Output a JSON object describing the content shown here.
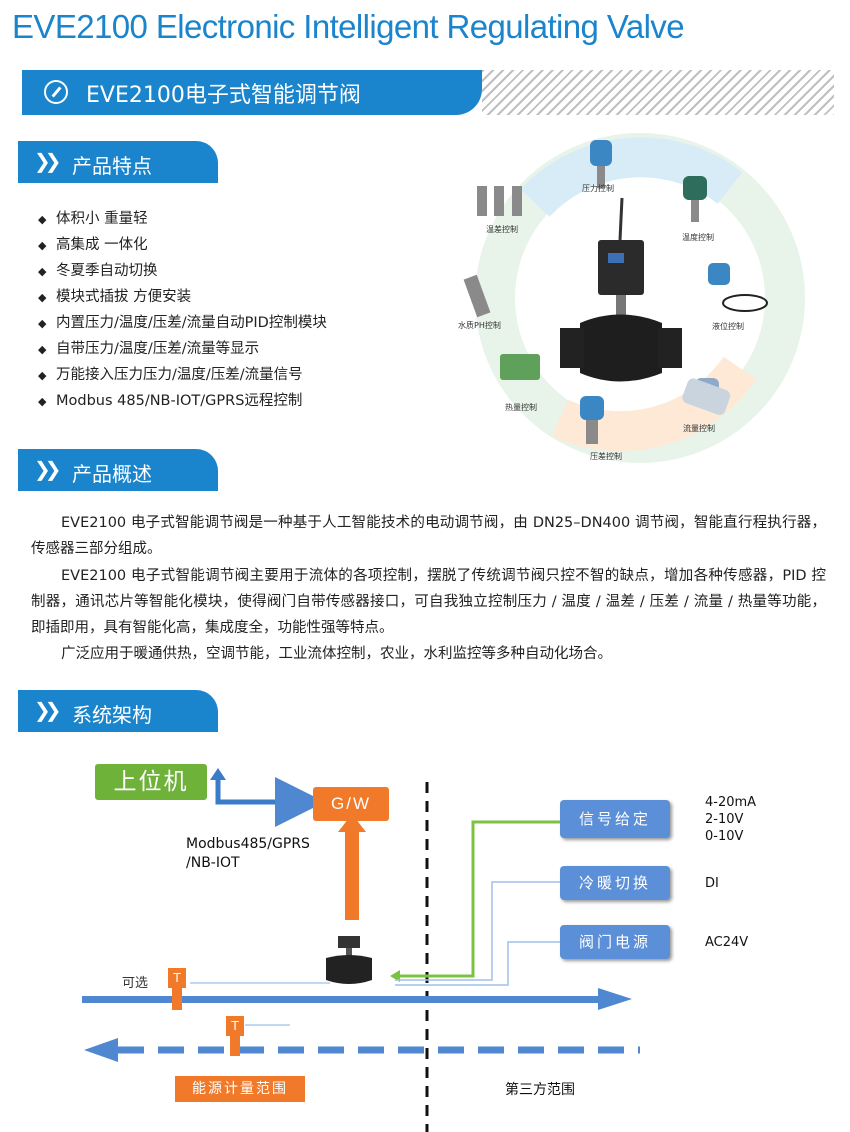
{
  "header": {
    "title": "EVE2100 Electronic Intelligent Regulating Valve",
    "banner_text": "EVE2100电子式智能调节阀"
  },
  "sections": {
    "features_title": "产品特点",
    "overview_title": "产品概述",
    "architecture_title": "系统架构"
  },
  "features": [
    "体积小 重量轻",
    "高集成  一体化",
    "冬夏季自动切换",
    "模块式插拔 方便安装",
    "内置压力/温度/压差/流量自动PID控制模块",
    "自带压力/温度/压差/流量等显示",
    "万能接入压力压力/温度/压差/流量信号",
    "Modbus 485/NB-IOT/GPRS远程控制"
  ],
  "overview": [
    "EVE2100 电子式智能调节阀是一种基于人工智能技术的电动调节阀，由 DN25–DN400 调节阀，智能直行程执行器，传感器三部分组成。",
    "EVE2100 电子式智能调节阀主要用于流体的各项控制，摆脱了传统调节阀只控不智的缺点，增加各种传感器，PID 控制器，通讯芯片等智能化模块，使得阀门自带传感器接口，可自我独立控制压力 / 温度 / 温差 / 压差 / 流量 / 热量等功能，即插即用，具有智能化高，集成度全，功能性强等特点。",
    "广泛应用于暖通供热，空调节能，工业流体控制，农业，水利监控等多种自动化场合。"
  ],
  "product_image_labels": {
    "pressure": "压力控制",
    "temp_diff": "温差控制",
    "temperature": "温度控制",
    "water_ph": "水质PH控制",
    "level": "液位控制",
    "heat": "热量控制",
    "flow": "流量控制",
    "diff_pressure": "压差控制"
  },
  "diagram": {
    "host": "上位机",
    "gateway": "G/W",
    "protocol_line1": "Modbus485/GPRS",
    "protocol_line2": "/NB-IOT",
    "signal_box": "信号给定",
    "signal_values": [
      "4-20mA",
      "2-10V",
      "0-10V"
    ],
    "switch_box": "冷暖切换",
    "switch_value": "DI",
    "power_box": "阀门电源",
    "power_value": "AC24V",
    "optional": "可选",
    "t_label": "T",
    "energy_range": "能源计量范围",
    "third_party": "第三方范围"
  },
  "colors": {
    "brand_blue": "#1a84cc",
    "pipe_blue": "#4f87d0",
    "orange": "#f07a2a",
    "green": "#7cc242"
  }
}
